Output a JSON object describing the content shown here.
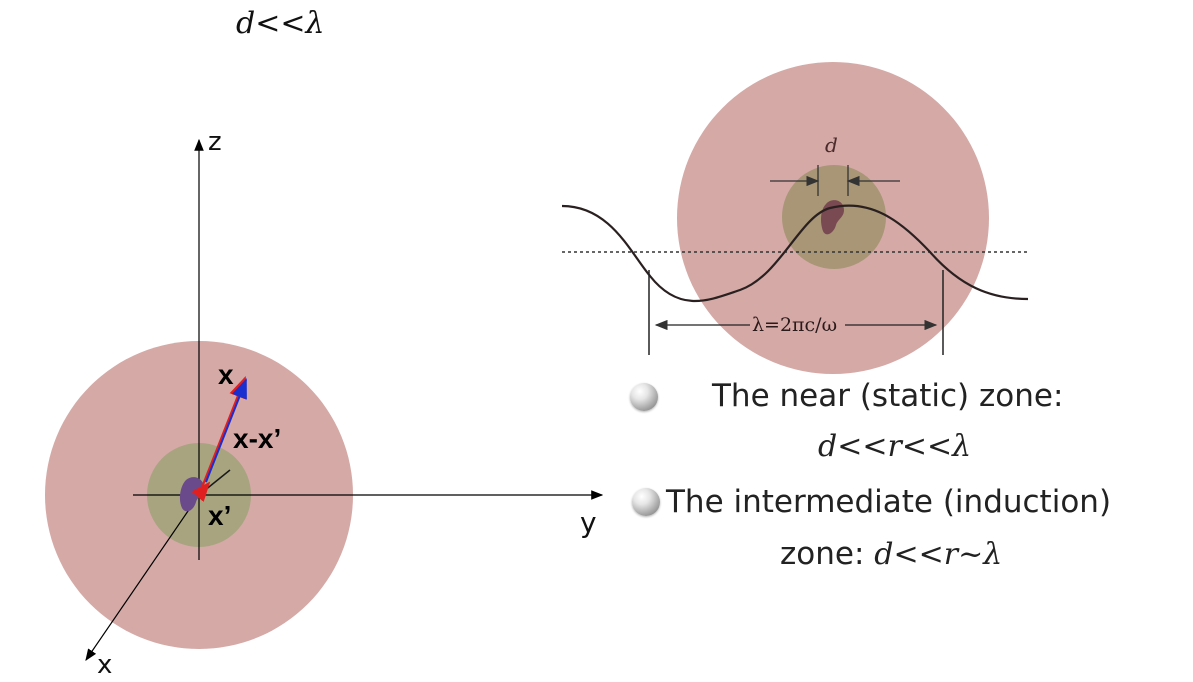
{
  "title_condition": "d<<λ",
  "left_diagram": {
    "axis_z_label": "z",
    "axis_y_label": "y",
    "axis_x_label": "x",
    "vector_x_label": "x",
    "vector_diff_label": "x-x’",
    "vector_xprime_label": "x’"
  },
  "right_diagram": {
    "size_label": "d",
    "wavelength_label": "λ=2πc/ω"
  },
  "zones": [
    {
      "text": "The near (static) zone:",
      "condition": "d<<r<<λ"
    },
    {
      "text": "The intermediate (induction)",
      "text_line2": "zone: ",
      "condition": "d<<r~λ"
    }
  ],
  "colors": {
    "outer_zone": "#d4a9a6",
    "inner_zone": "#a7a47f",
    "source_blob_left": "#6a4a8a",
    "source_blob_right": "#7a4a52",
    "vector_red": "#e02020",
    "vector_blue": "#1a2fd0"
  },
  "icons": [
    "bullet-sphere-icon"
  ]
}
